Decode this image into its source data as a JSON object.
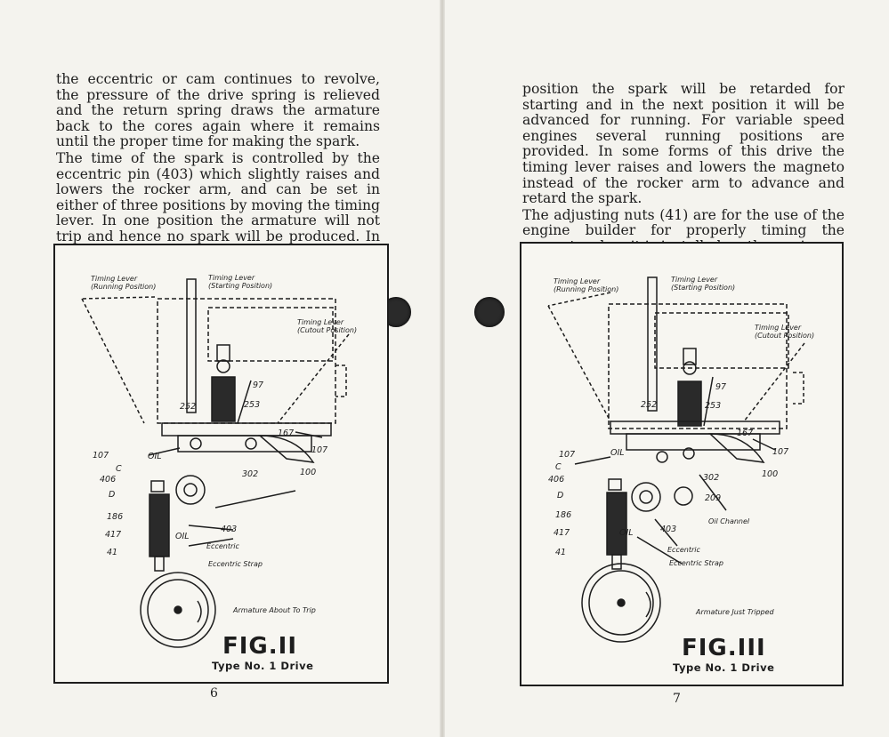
{
  "left_page": {
    "paragraphs": [
      "the eccentric or cam continues to revolve, the pressure of the drive spring is relieved and the return spring draws the armature back to the cores again where it remains until the proper time for making the spark.",
      "The time of the spark is controlled by the eccentric pin (403) which slightly raises and lowers the rocker arm, and can be set in either of three positions by moving the timing lever. In one position the armature will not trip and hence no spark will be produced. In the next"
    ],
    "figure": {
      "title": "FIG.II",
      "subtitle": "Type No. 1 Drive",
      "labels": {
        "timing_running_1": "Timing Lever",
        "timing_running_2": "(Running Position)",
        "timing_starting_1": "Timing Lever",
        "timing_starting_2": "(Starting Position)",
        "timing_cutout_1": "Timing Lever",
        "timing_cutout_2": "(Cutout Position)",
        "eccentric": "Eccentric",
        "eccentric_strap": "Eccentric Strap",
        "armature": "Armature About To Trip"
      },
      "numbers": {
        "n97": "97",
        "n252": "252",
        "n253": "253",
        "n167": "167",
        "n107a": "107",
        "n107b": "107",
        "oil1": "OIL",
        "c": "C",
        "n406": "406",
        "d": "D",
        "n302": "302",
        "n100": "100",
        "n186": "186",
        "n417": "417",
        "oil2": "OIL",
        "n403": "403",
        "n41": "41"
      }
    },
    "page_number": "6"
  },
  "right_page": {
    "paragraphs": [
      "position the spark will be retarded for starting and in the next position it will be advanced for running. For variable speed engines several running positions are provided. In some forms of this drive the timing lever raises and lowers the magneto instead of the rocker arm to advance and retard the spark.",
      "The adjusting nuts (41) are for the use of the engine builder for properly timing the magneto when it is installed on the engine."
    ],
    "figure": {
      "title": "FIG.III",
      "subtitle": "Type No. 1 Drive",
      "labels": {
        "timing_running_1": "Timing Lever",
        "timing_running_2": "(Running Position)",
        "timing_starting_1": "Timing Lever",
        "timing_starting_2": "(Starting Position)",
        "timing_cutout_1": "Timing Lever",
        "timing_cutout_2": "(Cutout Position)",
        "oil_channel": "Oil Channel",
        "eccentric": "Eccentric",
        "eccentric_strap": "Eccentric Strap",
        "armature": "Armature Just Tripped"
      },
      "numbers": {
        "n97": "97",
        "n252": "252",
        "n253": "253",
        "n167": "167",
        "n107a": "107",
        "oil1": "OIL",
        "n107b": "107",
        "c": "C",
        "n406": "406",
        "d": "D",
        "n302": "302",
        "n100": "100",
        "n209": "209",
        "n186": "186",
        "n417": "417",
        "oil2": "OIL",
        "n403": "403",
        "n41": "41"
      }
    },
    "page_number": "7"
  }
}
